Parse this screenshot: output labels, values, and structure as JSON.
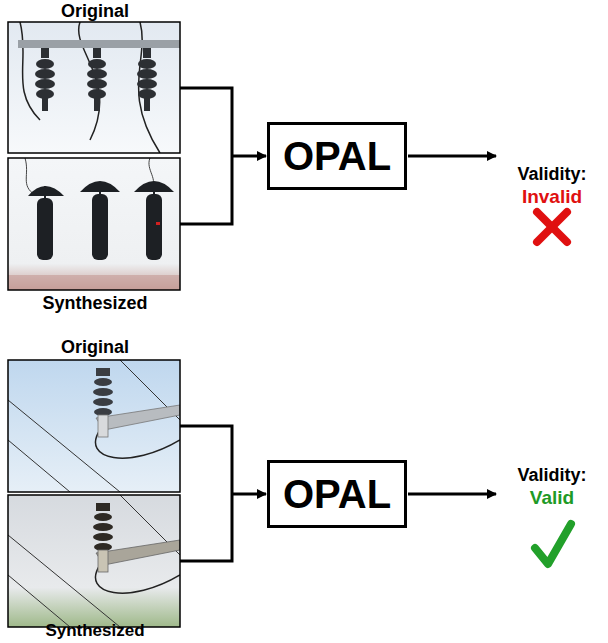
{
  "diagram": {
    "nodes": [
      {
        "text": [
          "OPAL"
        ]
      },
      {
        "text": [
          "OPAL"
        ]
      }
    ],
    "labels": [
      "Original",
      "Validity:",
      "Invalid",
      "Synthesized",
      "Original",
      "Validity:",
      "Valid",
      "Synthesized"
    ]
  }
}
